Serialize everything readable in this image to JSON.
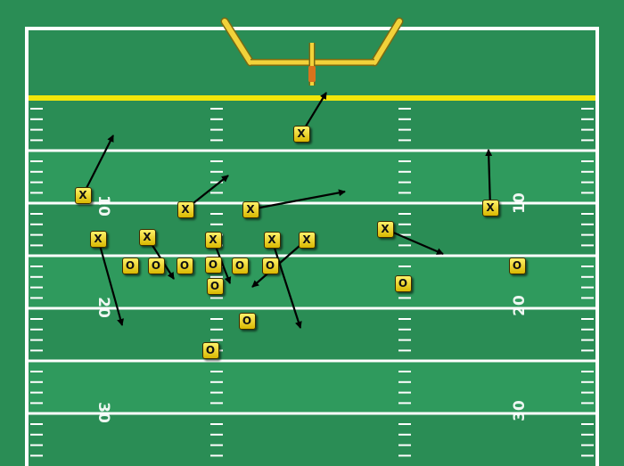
{
  "field": {
    "turf_color": "#2a8d55",
    "stripe_color": "#2f9a5d",
    "line_color": "#ffffff",
    "goal_line_color": "#f2e60a",
    "goalpost_color": "#f2d23a"
  },
  "yard_numbers": {
    "left": [
      "10",
      "20",
      "30"
    ],
    "right": [
      "10",
      "20",
      "30"
    ]
  },
  "players": {
    "offense": [
      {
        "label": "X",
        "route": "up-right"
      },
      {
        "label": "X",
        "route": "up-right"
      },
      {
        "label": "X",
        "route": "up-right"
      },
      {
        "label": "X",
        "route": "up-right"
      },
      {
        "label": "X",
        "route": "up"
      },
      {
        "label": "X",
        "route": "down"
      },
      {
        "label": "X",
        "route": "down-right"
      },
      {
        "label": "X",
        "route": "down"
      },
      {
        "label": "X",
        "route": "down"
      },
      {
        "label": "X",
        "route": "down-left"
      },
      {
        "label": "X",
        "route": "down-right"
      }
    ],
    "defense": [
      {
        "label": "O"
      },
      {
        "label": "O"
      },
      {
        "label": "O"
      },
      {
        "label": "O"
      },
      {
        "label": "O"
      },
      {
        "label": "O"
      },
      {
        "label": "O"
      },
      {
        "label": "O"
      },
      {
        "label": "O"
      },
      {
        "label": "O"
      },
      {
        "label": "O"
      }
    ]
  },
  "route_arrow_color": "#000000"
}
